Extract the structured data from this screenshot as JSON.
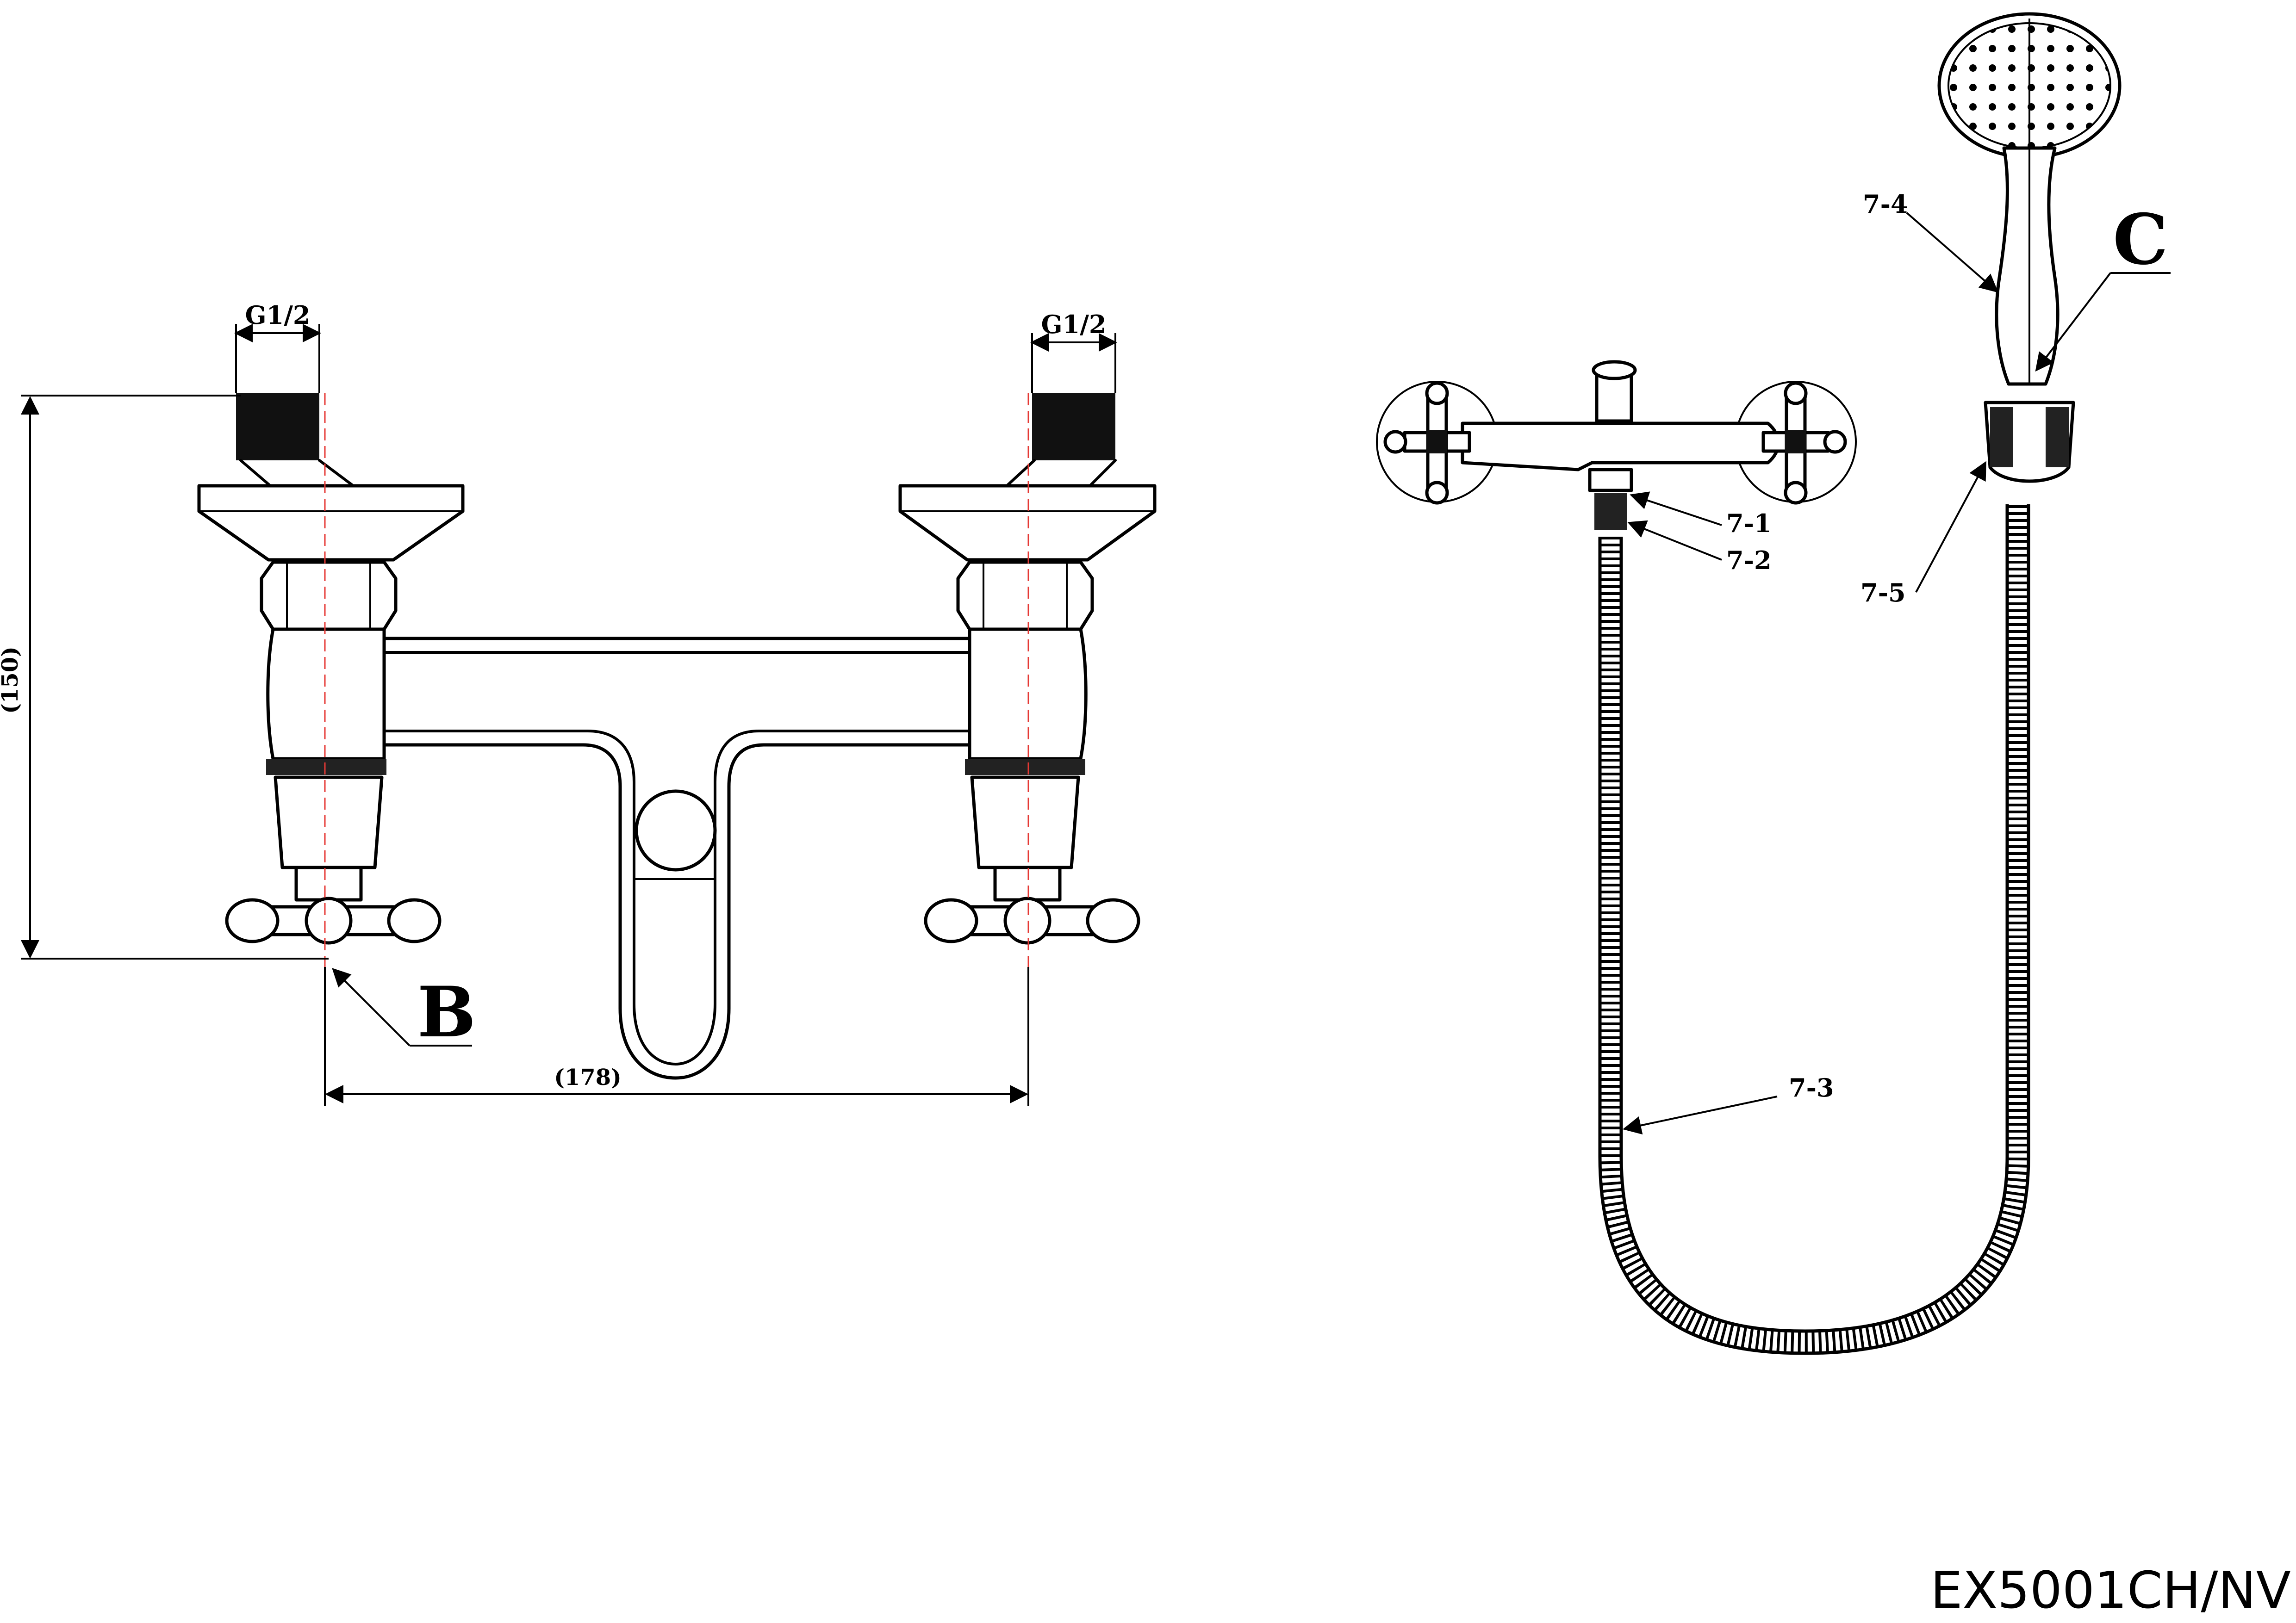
{
  "labels": {
    "thread_left": "G1/2",
    "thread_right": "G1/2",
    "height_dim": "(150)",
    "width_dim": "(178)",
    "detail_b": "B",
    "detail_c": "C",
    "part_7_1": "7-1",
    "part_7_2": "7-2",
    "part_7_3": "7-3",
    "part_7_4": "7-4",
    "part_7_5": "7-5"
  },
  "model_code": "EX5001CH/NV"
}
